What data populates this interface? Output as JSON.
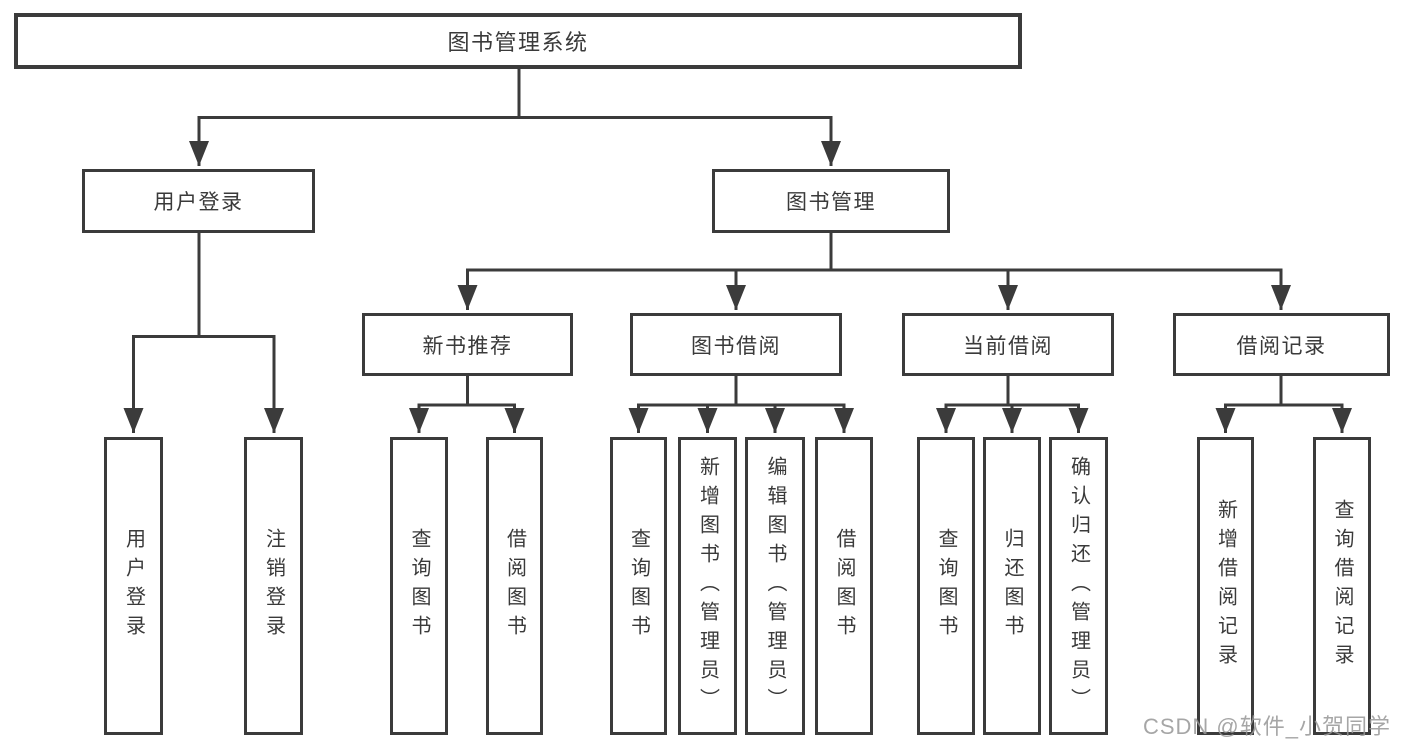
{
  "tree": {
    "root": "图书管理系统",
    "branches": {
      "user_login": "用户登录",
      "book_management": "图书管理"
    },
    "modules": {
      "new_book_recommend": "新书推荐",
      "book_borrowing": "图书借阅",
      "current_borrowing": "当前借阅",
      "borrowing_records": "借阅记录"
    },
    "leaves": {
      "user_login": [
        "用户登录",
        "注销登录"
      ],
      "new_book_recommend": [
        "查询图书",
        "借阅图书"
      ],
      "book_borrowing": [
        "查询图书",
        "新增图书（管理员）",
        "编辑图书（管理员）",
        "借阅图书"
      ],
      "current_borrowing": [
        "查询图书",
        "归还图书",
        "确认归还（管理员）"
      ],
      "borrowing_records": [
        "新增借阅记录",
        "查询借阅记录"
      ]
    }
  },
  "watermark": "CSDN @软件_小贺同学",
  "colors": {
    "line": "#3b3b3b",
    "text": "#3a3a3a",
    "background": "#ffffff",
    "watermark": "#969696"
  }
}
